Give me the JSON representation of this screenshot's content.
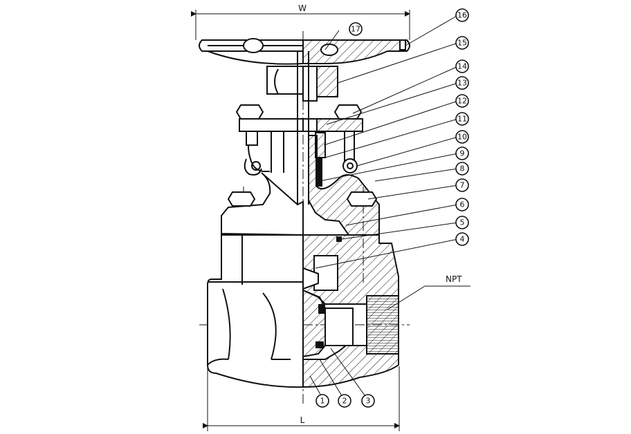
{
  "drawing": {
    "title": "",
    "dimension_top": "W",
    "dimension_bottom": "L",
    "thread_label": "NPT"
  },
  "callouts": [
    "1",
    "2",
    "3",
    "4",
    "5",
    "6",
    "7",
    "8",
    "9",
    "10",
    "11",
    "12",
    "13",
    "14",
    "15",
    "16",
    "17"
  ]
}
